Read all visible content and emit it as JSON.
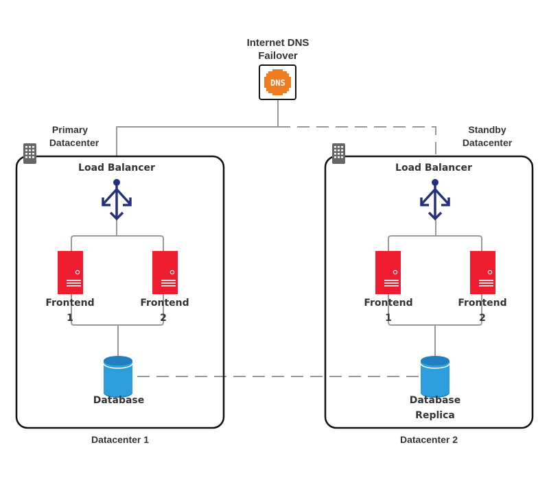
{
  "dns": {
    "title_line1": "Internet DNS",
    "title_line2": "Failover",
    "icon_text": "DNS",
    "icon": "dns-icon"
  },
  "primary": {
    "caption_line1": "Primary",
    "caption_line2": "Datacenter",
    "footer": "Datacenter 1",
    "load_balancer": "Load Balancer",
    "frontend1": {
      "line1": "Frontend",
      "line2": "1"
    },
    "frontend2": {
      "line1": "Frontend",
      "line2": "2"
    },
    "database": "Database"
  },
  "standby": {
    "caption_line1": "Standby",
    "caption_line2": "Datacenter",
    "footer": "Datacenter 2",
    "load_balancer": "Load Balancer",
    "frontend1": {
      "line1": "Frontend",
      "line2": "1"
    },
    "frontend2": {
      "line1": "Frontend",
      "line2": "2"
    },
    "database_line1": "Database",
    "database_line2": "Replica"
  },
  "colors": {
    "server": "#ee1c2e",
    "database": "#2e9ddd",
    "database_dark": "#1f7fbf",
    "load_balancer": "#26307e",
    "dns_orange": "#f07c22",
    "connector": "#999999",
    "building": "#666666",
    "border": "#111111"
  }
}
